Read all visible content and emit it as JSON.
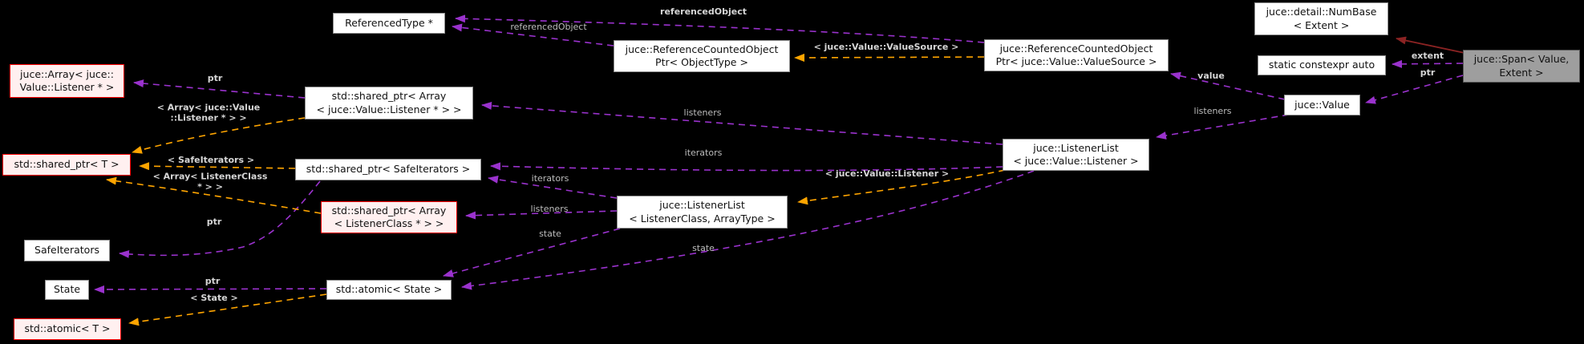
{
  "diagram_title": "juce::Span< Value, Extent > collaboration diagram",
  "colors": {
    "background": "#000000",
    "usage_edge": "#9a32cd",
    "template_edge": "#ffa500",
    "inheritance_edge": "#8b2323",
    "node_fill": "#ffffff",
    "node_border": "#8f8f8f",
    "truncated_node_fill": "#fff0f0",
    "truncated_node_border": "#ff0000",
    "current_node_fill": "#9e9e9e",
    "edge_label_color": "#cccccc"
  },
  "nodes": {
    "referenced_type": {
      "line1": "ReferencedType *"
    },
    "rcop_objecttype": {
      "line1": "juce::ReferenceCountedObject",
      "line2": "Ptr< ObjectType >"
    },
    "rcop_valuesource": {
      "line1": "juce::ReferenceCountedObject",
      "line2": "Ptr< juce::Value::ValueSource >"
    },
    "numbase": {
      "line1": "juce::detail::NumBase",
      "line2": "< Extent >"
    },
    "static_constexpr": {
      "line1": "static constexpr auto"
    },
    "span": {
      "line1": "juce::Span< Value,",
      "line2": "Extent >"
    },
    "value": {
      "line1": "juce::Value"
    },
    "ll_value": {
      "line1": "juce::ListenerList",
      "line2": "< juce::Value::Listener >"
    },
    "array_listener": {
      "line1": "juce::Array< juce::",
      "line2": "Value::Listener * >"
    },
    "sp_array_value": {
      "line1": "std::shared_ptr< Array",
      "line2": "< juce::Value::Listener * > >"
    },
    "sp_t": {
      "line1": "std::shared_ptr< T >"
    },
    "sp_safeiterators": {
      "line1": "std::shared_ptr< SafeIterators >"
    },
    "sp_array_lc": {
      "line1": "std::shared_ptr< Array",
      "line2": "< ListenerClass * > >"
    },
    "ll_generic": {
      "line1": "juce::ListenerList",
      "line2": "< ListenerClass, ArrayType >"
    },
    "safeiterators": {
      "line1": "SafeIterators"
    },
    "state": {
      "line1": "State"
    },
    "atomic_t": {
      "line1": "std::atomic< T >"
    },
    "atomic_state": {
      "line1": "std::atomic< State >"
    }
  },
  "edge_labels": {
    "referenced_object_top": "referencedObject",
    "referenced_object_mid": "referencedObject",
    "valuesource_template": "< juce::Value::ValueSource >",
    "value": "value",
    "extent": "extent",
    "ptr_span": "ptr",
    "listeners_value": "listeners",
    "listeners_ll_value": "listeners",
    "iterators_ll_value": "iterators",
    "iterators_ll_generic": "iterators",
    "listeners_ll_generic": "listeners",
    "state_ll_generic": "state",
    "state_ll_value": "state",
    "value_listener_template": "< juce::Value::Listener >",
    "ptr_array_value": "ptr",
    "array_value_template_line1": "< Array< juce::Value",
    "array_value_template_line2": "::Listener * > >",
    "safeiterators_template": "< SafeIterators >",
    "array_lc_template_line1": "< Array< ListenerClass",
    "array_lc_template_line2": "* > >",
    "ptr_safeiterators": "ptr",
    "ptr_state": "ptr",
    "state_template": "< State >"
  }
}
